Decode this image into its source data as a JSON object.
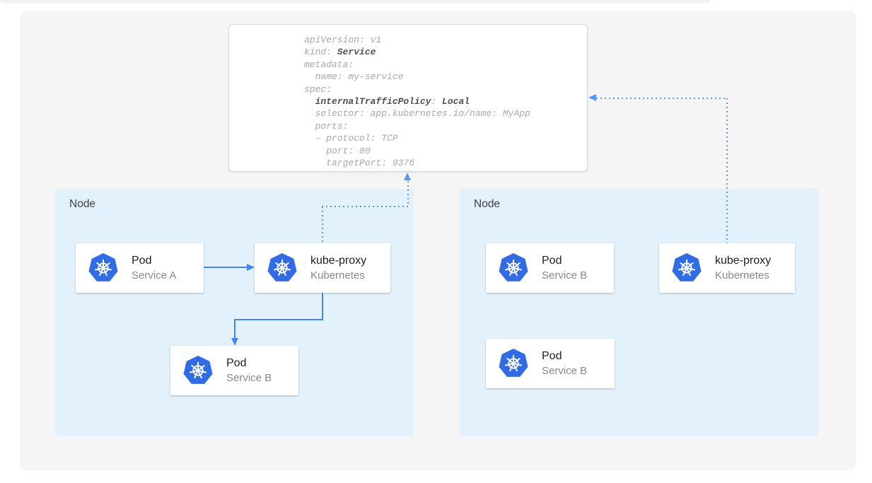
{
  "diagram": {
    "title": "kubernetes-service-internal-traffic-policy-diagram",
    "code_panel": {
      "lines": [
        [
          {
            "t": "apiVersion: v1"
          }
        ],
        [
          {
            "t": "kind: "
          },
          {
            "t": "Service",
            "b": 1
          }
        ],
        [
          {
            "t": "metadata:"
          }
        ],
        [
          {
            "t": "  name: my-service"
          }
        ],
        [
          {
            "t": "spec:"
          }
        ],
        [
          {
            "t": "  "
          },
          {
            "t": "internalTrafficPolicy",
            "b": 1
          },
          {
            "t": ": "
          },
          {
            "t": "Local",
            "b": 1
          }
        ],
        [
          {
            "t": "  selector: app.kubernetes.io/name: MyApp"
          }
        ],
        [
          {
            "t": "  ports:"
          }
        ],
        [
          {
            "t": "  - protocol: TCP"
          }
        ],
        [
          {
            "t": "    port: 80"
          }
        ],
        [
          {
            "t": "    targetPort: 9376"
          }
        ]
      ]
    },
    "nodes": [
      {
        "label": "Node",
        "components": [
          {
            "title": "Pod",
            "subtitle": "Service A"
          },
          {
            "title": "kube-proxy",
            "subtitle": "Kubernetes"
          },
          {
            "title": "Pod",
            "subtitle": "Service B"
          }
        ]
      },
      {
        "label": "Node",
        "components": [
          {
            "title": "Pod",
            "subtitle": "Service B"
          },
          {
            "title": "kube-proxy",
            "subtitle": "Kubernetes"
          },
          {
            "title": "Pod",
            "subtitle": "Service B"
          }
        ]
      }
    ],
    "icons": {
      "kubernetes": "kubernetes-helm-logo"
    },
    "colors": {
      "arrow_solid": "#4285f4",
      "arrow_dotted": "#5b95f5",
      "node_fill": "#e3f1fd",
      "k8s_logo_blue": "#326ce5",
      "canvas_bg": "#f5f5f6",
      "code_regular": "#a6a8ab",
      "code_bold": "#515151"
    }
  }
}
